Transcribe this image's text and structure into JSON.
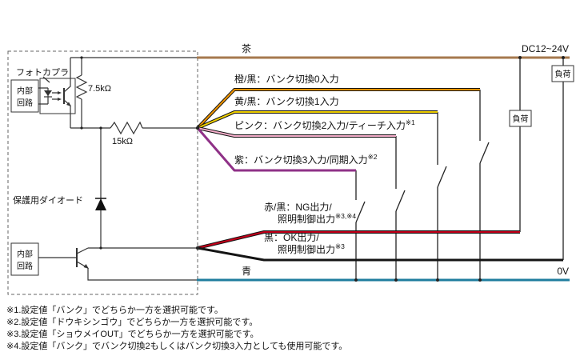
{
  "diagram": {
    "labels": {
      "brown": "茶",
      "dc": "DC12~24V",
      "orange": "橙/黒：バンク切換0入力",
      "yellow": "黄/黒：バンク切換1入力",
      "pink": "ピンク：バンク切換2入力/ティーチ入力",
      "pink_sup": "※1",
      "purple": "紫：バンク切換3入力/同期入力",
      "purple_sup": "※2",
      "red_1": "赤/黒：NG出力/",
      "red_2": "照明制御出力",
      "red_sup": "※3,※4",
      "black_1": "黒：OK出力/",
      "black_2": "照明制御出力",
      "black_sup": "※3",
      "blue": "青",
      "zero_v": "0V",
      "photocoupler": "フォトカプラ",
      "internal_1": "内部",
      "internal_2": "回路",
      "r_pullup": "7.5kΩ",
      "r_series": "15kΩ",
      "protection_diode": "保護用ダイオード",
      "load": "負荷"
    },
    "colors": {
      "brown": "#a6794e",
      "orange": "#ef9400",
      "yellow": "#f0d000",
      "pink": "#f4aeca",
      "pink_edge": "#b85c8e",
      "purple": "#8f3187",
      "red": "#c4001a",
      "black": "#141414",
      "blue": "#1f7d9e"
    },
    "footnotes": [
      "※1.設定値「バンク」でどちらか一方を選択可能です。",
      "※2.設定値「ドウキシンゴウ」でどちらか一方を選択可能です。",
      "※3.設定値「ショウメイOUT」でどちらか一方を選択可能です。",
      "※4.設定値「バンク」でバンク切換2もしくはバンク切換3入力としても使用可能です。"
    ]
  }
}
